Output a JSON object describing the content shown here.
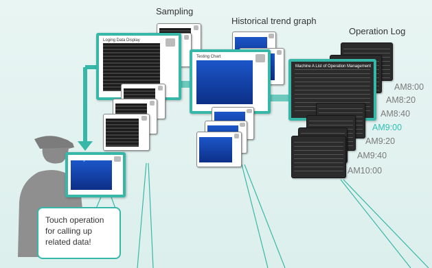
{
  "section_labels": {
    "sampling": "Sampling",
    "historical": "Historical trend graph",
    "operation_log": "Operation Log"
  },
  "times": [
    "AM8:00",
    "AM8:20",
    "AM8:40",
    "AM9:00",
    "AM9:20",
    "AM9:40",
    "AM10:00"
  ],
  "highlight_time": "AM9:00",
  "callout_lines": [
    "Touch operation",
    "for calling up",
    "related data!"
  ],
  "screen_titles": {
    "logging": "Loging Data Display",
    "trend": "Testing Chart",
    "oplog": "Machine A List of Operation Management"
  },
  "colors": {
    "accent": "#37b7a8",
    "highlight_text": "#2fbfb3",
    "time_text": "#7a7a7a"
  }
}
